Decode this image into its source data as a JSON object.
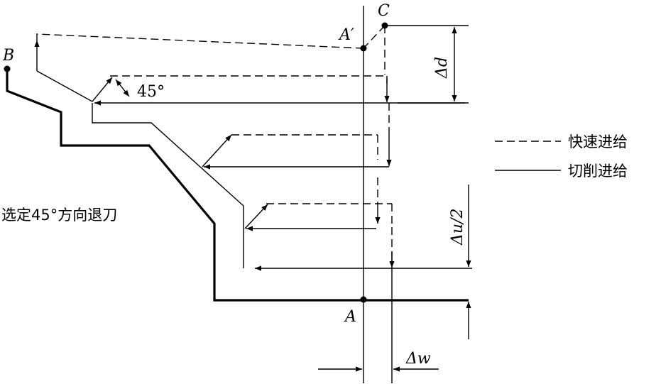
{
  "points": {
    "b": "B",
    "c": "C",
    "a_prime": "A′",
    "a": "A"
  },
  "labels": {
    "angle": "45°",
    "delta_d": "Δd",
    "delta_u_half": "Δu/2",
    "delta_w": "Δw",
    "retract_note": "选定45°方向退刀"
  },
  "legend": {
    "rapid": "快速进给",
    "cutting": "切削进给"
  }
}
